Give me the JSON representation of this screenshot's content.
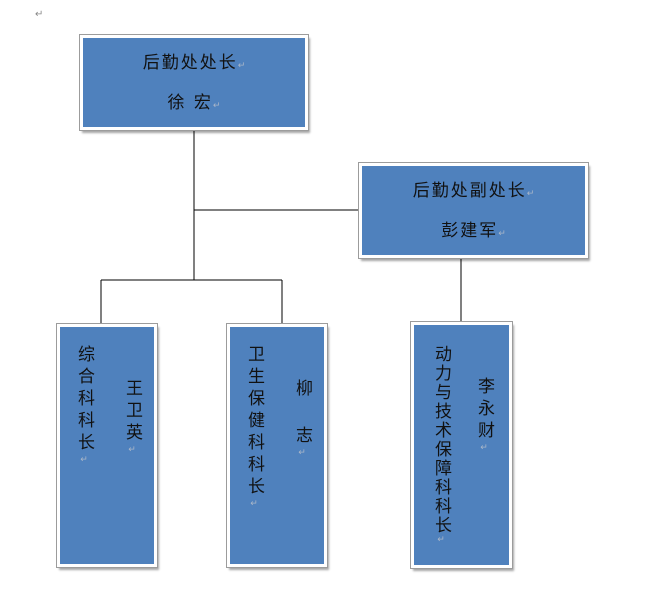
{
  "para_mark": "↵",
  "inline_mark": "↵",
  "nodes": {
    "director": {
      "title": "后勤处处长",
      "name": "徐 宏"
    },
    "deputy": {
      "title": "后勤处副处长",
      "name": "彭建军"
    },
    "general": {
      "title": "综合科科长",
      "name": "王卫英"
    },
    "health": {
      "title": "卫生保健科科长",
      "name": "柳 志"
    },
    "tech": {
      "title": "动力与技术保障科科长",
      "name": "李永财"
    }
  },
  "colors": {
    "box_fill": "#4f81bd",
    "line": "#000000"
  }
}
